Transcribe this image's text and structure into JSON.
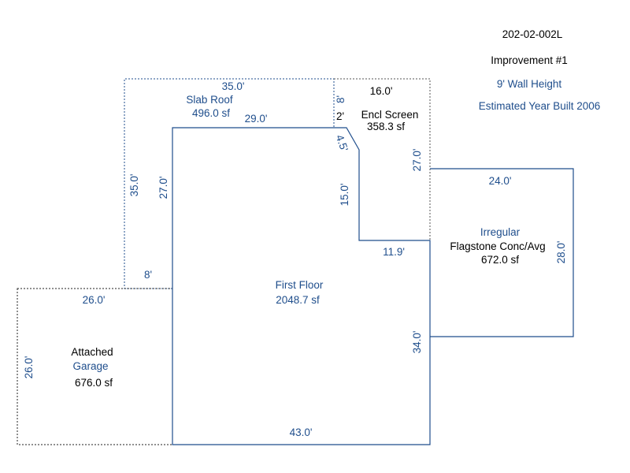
{
  "header": {
    "parcel_id": "202-02-002L",
    "improvement": "Improvement #1",
    "wall_height": "9' Wall Height",
    "year_built": "Estimated Year Built 2006"
  },
  "colors": {
    "line": "#1f4e8c",
    "dotted": "#1f4e8c",
    "text_blue": "#1f4e8c",
    "text_black": "#000000"
  },
  "areas": {
    "slab_roof": {
      "name": "Slab Roof",
      "area": "496.0 sf"
    },
    "encl_screen": {
      "name": "Encl Screen",
      "area": "358.3 sf"
    },
    "first_floor": {
      "name": "First Floor",
      "area": "2048.7 sf"
    },
    "garage": {
      "name_1": "Attached",
      "name_2": "Garage",
      "area": "676.0 sf"
    },
    "flagstone": {
      "name_1": "Irregular",
      "name_2": "Flagstone Conc/Avg",
      "area": "672.0 sf"
    }
  },
  "dimensions": {
    "slab_top": "35.0'",
    "slab_left": "35.0'",
    "slab_bottom": "8'",
    "slab_right_top": "8'",
    "slab_right_small": "2'",
    "ff_top": "29.0'",
    "ff_left": "27.0'",
    "ff_diag": "4.5'",
    "ff_notch_vert": "15.0'",
    "ff_notch_horiz": "11.9'",
    "ff_right": "34.0'",
    "ff_bottom": "43.0'",
    "encl_top": "16.0'",
    "encl_right": "27.0'",
    "garage_top": "26.0'",
    "garage_left": "26.0'",
    "flag_top": "24.0'",
    "flag_right": "28.0'"
  }
}
